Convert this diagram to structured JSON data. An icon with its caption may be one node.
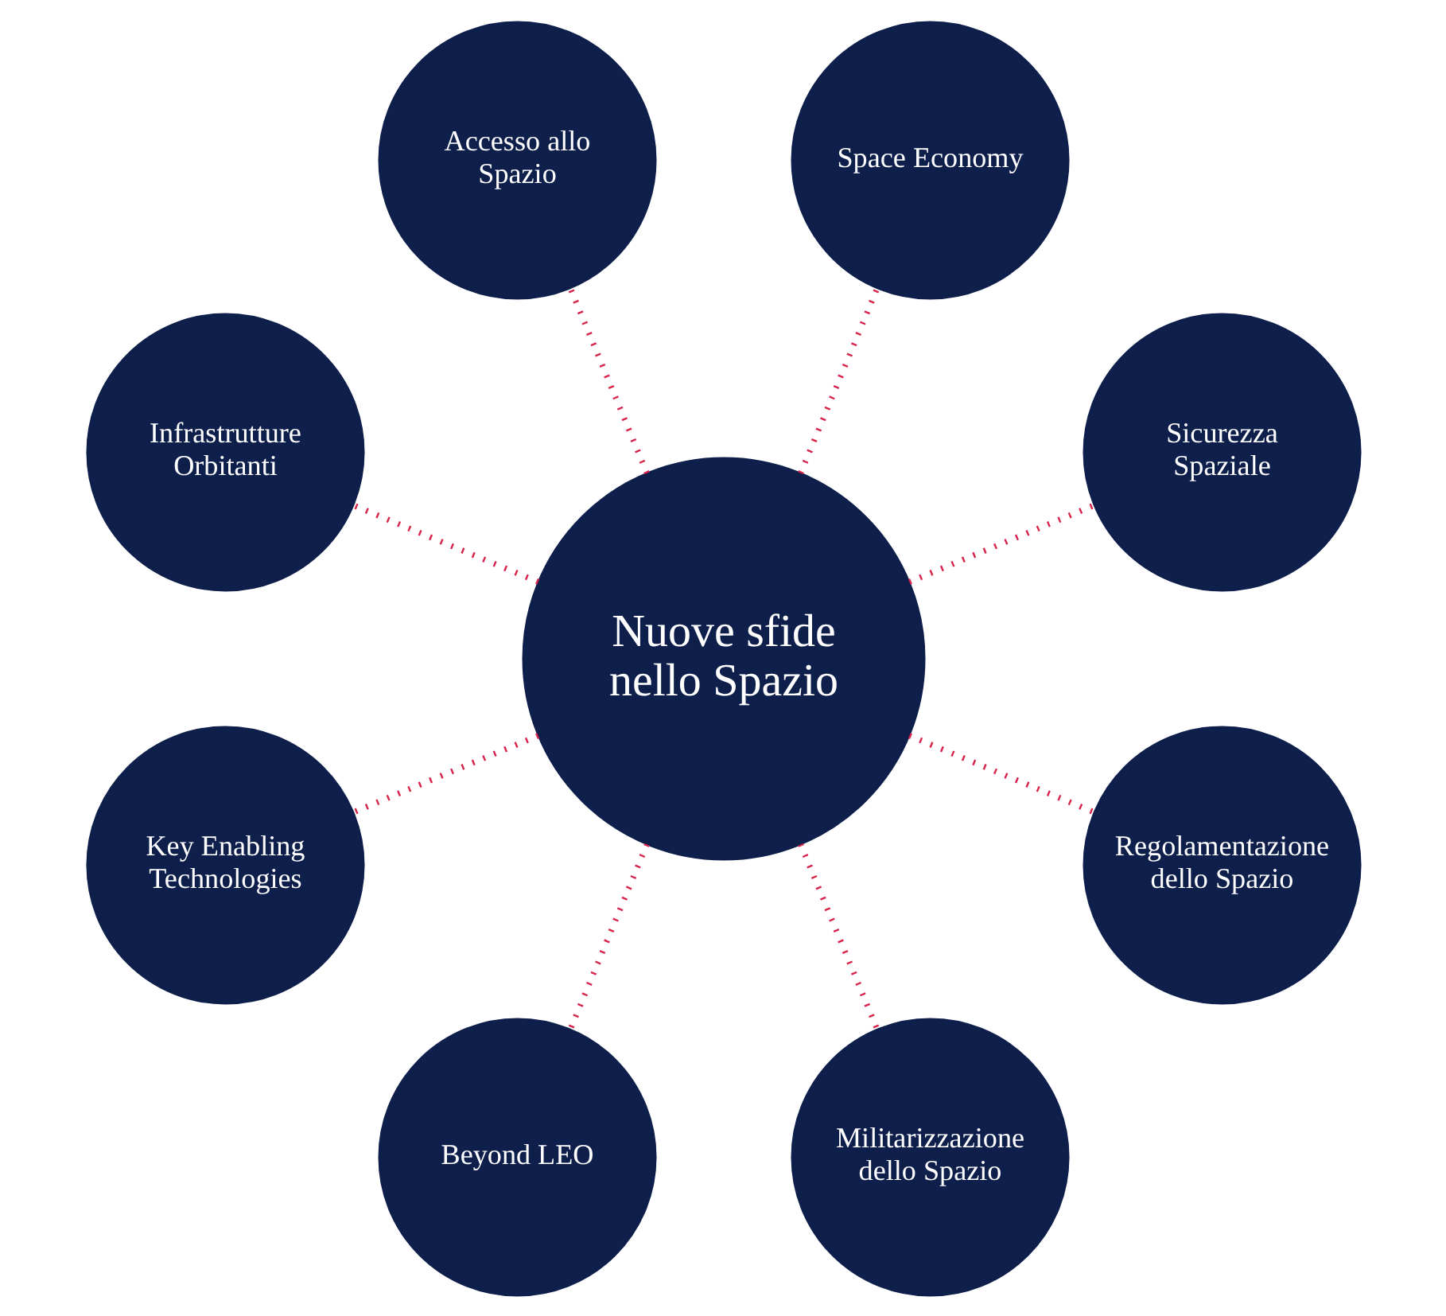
{
  "diagram": {
    "nodes": [
      {
        "text": [
          "Nuove sfide nello Spazio"
        ]
      },
      {
        "text": [
          "Sicurezza Spaziale"
        ]
      },
      {
        "text": [
          "Space Economy"
        ]
      },
      {
        "text": [
          "Accesso allo Spazio"
        ]
      },
      {
        "text": [
          "Infrastrutture Orbitanti"
        ]
      },
      {
        "text": [
          "Key Enabling Technologies"
        ]
      },
      {
        "text": [
          "Beyond LEO"
        ]
      },
      {
        "text": [
          "Militarizzazione dello Spazio"
        ]
      },
      {
        "text": [
          "Regolamentazione dello Spazio"
        ]
      }
    ],
    "edges": [
      {
        "from": 0,
        "to": 1,
        "arrow": "none",
        "style": "dashed"
      },
      {
        "from": 0,
        "to": 2,
        "arrow": "none",
        "style": "dashed"
      },
      {
        "from": 0,
        "to": 3,
        "arrow": "none",
        "style": "dashed"
      },
      {
        "from": 0,
        "to": 4,
        "arrow": "none",
        "style": "dashed"
      },
      {
        "from": 0,
        "to": 5,
        "arrow": "none",
        "style": "dashed"
      },
      {
        "from": 0,
        "to": 6,
        "arrow": "none",
        "style": "dashed"
      },
      {
        "from": 0,
        "to": 7,
        "arrow": "none",
        "style": "dashed"
      },
      {
        "from": 0,
        "to": 8,
        "arrow": "none",
        "style": "dashed"
      }
    ]
  }
}
